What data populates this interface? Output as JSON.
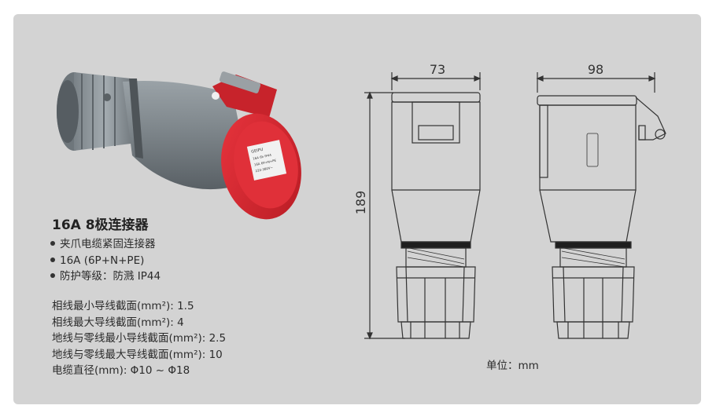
{
  "product": {
    "title": "16A 8极连接器",
    "label_brand": "GEIPU",
    "label_lines": [
      "16A  6h  IP44",
      "16A 6P+N+PE",
      "220-380V~"
    ]
  },
  "features": [
    "夹爪电缆紧固连接器",
    "16A (6P+N+PE)",
    "防护等级：防溅  IP44"
  ],
  "specs": [
    "相线最小导线截面(mm²): 1.5",
    "相线最大导线截面(mm²): 4",
    "地线与零线最小导线截面(mm²): 2.5",
    "地线与零线最大导线截面(mm²): 10",
    "电缆直径(mm): Φ10 ~ Φ18"
  ],
  "dimensions": {
    "front_width": "73",
    "side_width": "98",
    "height": "189",
    "unit_note": "单位：mm"
  },
  "colors": {
    "panel": "#d3d3d3",
    "body_grey": "#7f878c",
    "cap_red": "#d9252e"
  }
}
